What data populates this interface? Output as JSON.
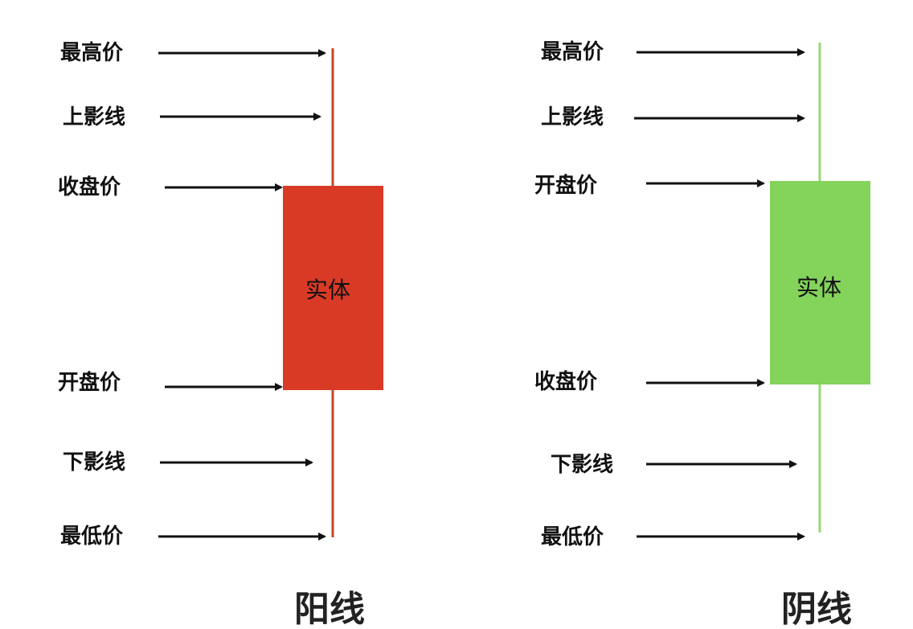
{
  "colors": {
    "bullish": "#d93a26",
    "bullish_wick": "#c8442e",
    "bearish": "#84d35a",
    "bearish_wick": "#93d874"
  },
  "bullish": {
    "title": "阳线",
    "body_label": "实体",
    "labels": {
      "high": "最高价",
      "upper_shadow": "上影线",
      "close": "收盘价",
      "open": "开盘价",
      "lower_shadow": "下影线",
      "low": "最低价"
    }
  },
  "bearish": {
    "title": "阴线",
    "body_label": "实体",
    "labels": {
      "high": "最高价",
      "upper_shadow": "上影线",
      "open": "开盘价",
      "close": "收盘价",
      "lower_shadow": "下影线",
      "low": "最低价"
    }
  }
}
